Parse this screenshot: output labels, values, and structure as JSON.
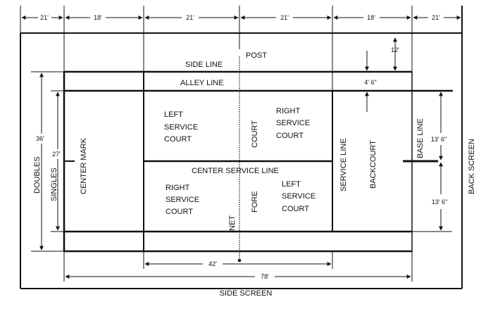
{
  "labels": {
    "post": "POST",
    "side_line": "SIDE LINE",
    "alley_line": "ALLEY LINE",
    "left_service_court_top": [
      "LEFT",
      "SERVICE",
      "COURT"
    ],
    "right_service_court_top": [
      "RIGHT",
      "SERVICE",
      "COURT"
    ],
    "court_word": "COURT",
    "center_service_line": "CENTER SERVICE LINE",
    "right_service_court_bottom": [
      "RIGHT",
      "SERVICE",
      "COURT"
    ],
    "net": "NET",
    "fore": "FORE",
    "left_service_court_bottom": [
      "LEFT",
      "SERVICE",
      "COURT"
    ],
    "center_mark": "CENTER MARK",
    "doubles": "DOUBLES",
    "singles": "SINGLES",
    "service_line": "SERVICE LINE",
    "backcourt": "BACKCOURT",
    "base_line": "BASE LINE",
    "back_screen": "BACK SCREEN",
    "side_screen": "SIDE SCREEN"
  },
  "dimensions": {
    "top_segments": [
      "21'",
      "18'",
      "21'",
      "21'",
      "18'",
      "21'"
    ],
    "twelve": "12'",
    "four_six": "4' 6\"",
    "thirty_six": "36'",
    "twenty_seven": "27'",
    "thirteen_six_top": "13' 6\"",
    "thirteen_six_bottom": "13' 6\"",
    "forty_two": "42'",
    "seventy_eight": "78'"
  }
}
